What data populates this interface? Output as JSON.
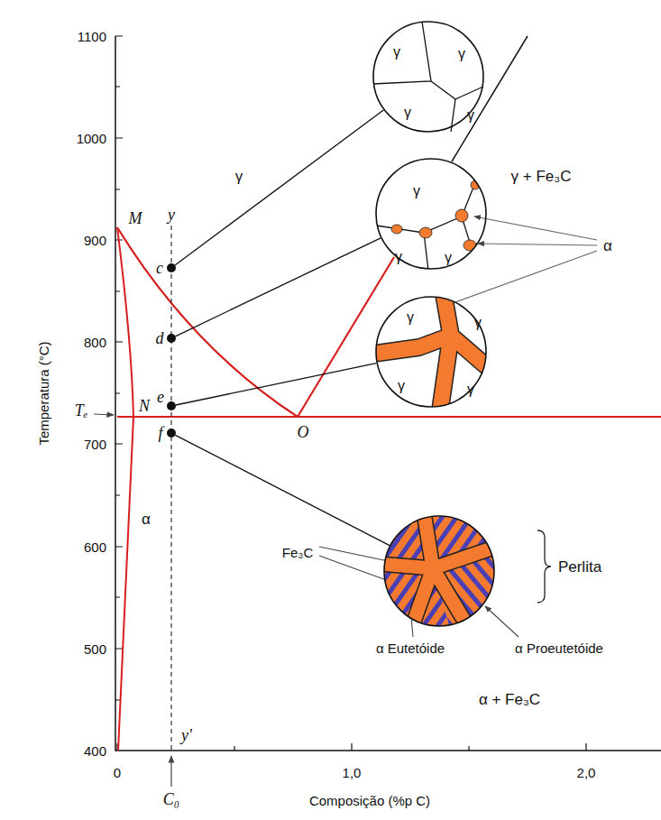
{
  "diagram": {
    "nodes": [
      {
        "text": [
          "γ",
          "γ",
          "γ",
          "γ"
        ]
      },
      {
        "text": [
          "γ",
          "γ",
          "γ"
        ]
      },
      {
        "text": [
          "γ",
          "γ",
          "γ",
          "γ"
        ]
      },
      {
        "text": [
          "Perlita"
        ]
      },
      {
        "text": [
          "c"
        ]
      },
      {
        "text": [
          "d"
        ]
      },
      {
        "text": [
          "e"
        ]
      },
      {
        "text": [
          "f"
        ]
      }
    ],
    "edges": [
      {
        "from": 4,
        "to": 0,
        "arrow": "none"
      },
      {
        "from": 5,
        "to": 1,
        "arrow": "none"
      },
      {
        "from": 6,
        "to": 2,
        "arrow": "none"
      },
      {
        "from": 7,
        "to": 3,
        "arrow": "none"
      }
    ],
    "labels": [
      "1100",
      "1000",
      "900",
      "800",
      "700",
      "600",
      "500",
      "400",
      "0",
      "1,0",
      "2,0",
      "Temperatura (°C)",
      "Composição (%p C)",
      "C₀",
      "y",
      "y'",
      "γ",
      "γ + Fe₃C",
      "M",
      "N",
      "O",
      "Tₑ",
      "α",
      "α",
      "α + Fe₃C",
      "Fe₃C",
      "α Eutetóide",
      "α Proeutetóide"
    ]
  }
}
